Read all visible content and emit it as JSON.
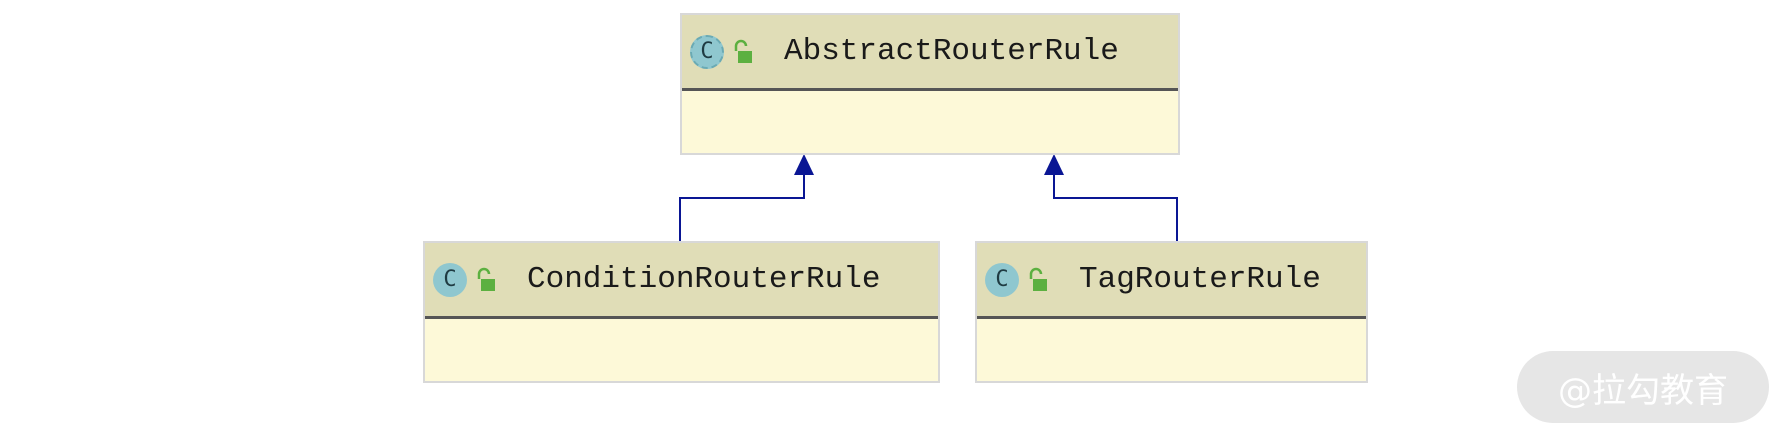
{
  "classes": {
    "abstract": {
      "name": "AbstractRouterRule",
      "icon": "abstract-class-icon",
      "visibility_icon": "public-lock-icon"
    },
    "condition": {
      "name": "ConditionRouterRule",
      "icon": "class-icon",
      "visibility_icon": "public-lock-icon"
    },
    "tag": {
      "name": "TagRouterRule",
      "icon": "class-icon",
      "visibility_icon": "public-lock-icon"
    }
  },
  "icon_letter": "C",
  "edges": [
    {
      "from": "ConditionRouterRule",
      "to": "AbstractRouterRule",
      "type": "extends"
    },
    {
      "from": "TagRouterRule",
      "to": "AbstractRouterRule",
      "type": "extends"
    }
  ],
  "colors": {
    "header": "#e0ddb7",
    "body": "#fdf9d8",
    "edge": "#0a1694",
    "class_icon": "#8fc7cf",
    "lock": "#5cb040"
  },
  "watermark": "@拉勾教育"
}
